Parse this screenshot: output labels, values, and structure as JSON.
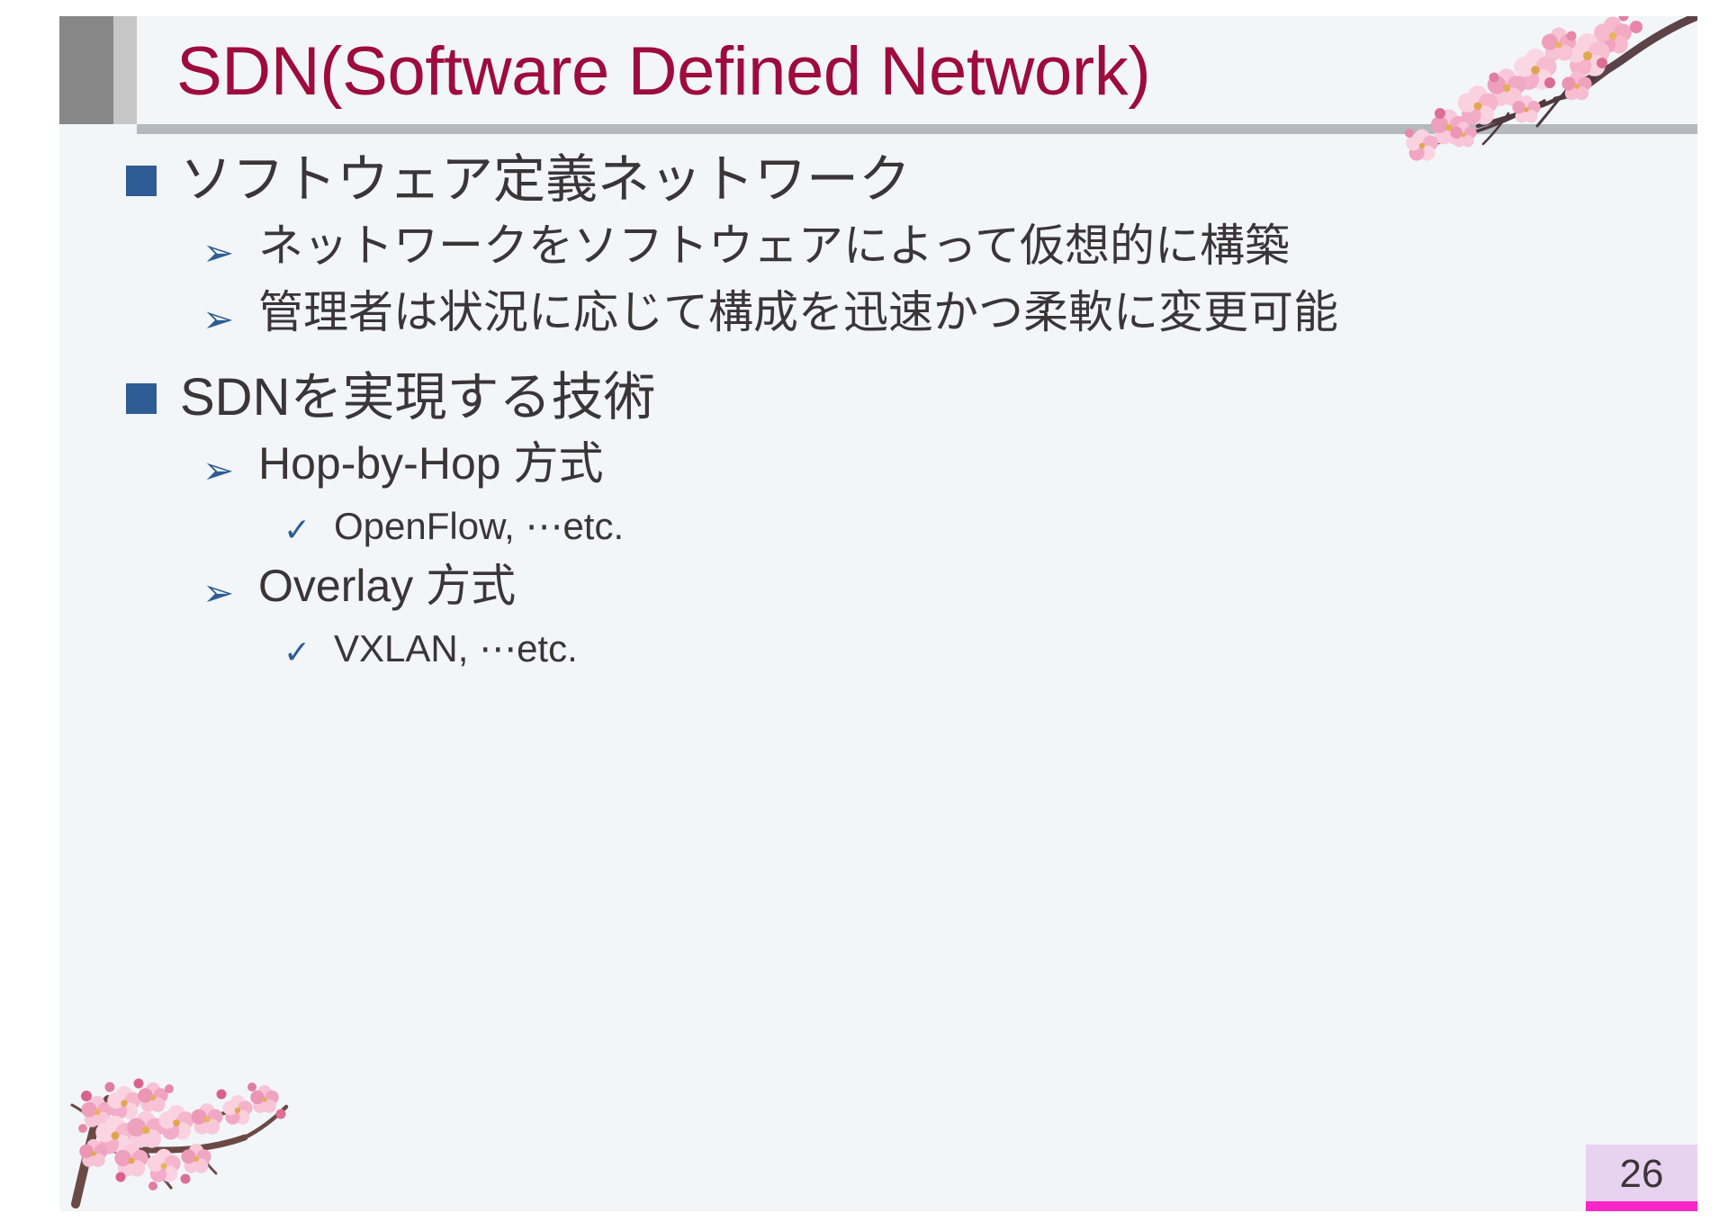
{
  "slide": {
    "title": "SDN(Software Defined Network)",
    "page_number": "26",
    "colors": {
      "title_text": "#9e0b3d",
      "background": "#f2f6f8",
      "bullet_level1": "#2e5c93",
      "bullet_level2": "#2e5c93",
      "bullet_level3": "#2e5c93",
      "body_text": "#3b3538",
      "title_bar_dark": "#878787",
      "title_bar_light": "#c6c6c6",
      "title_underline": "#b4b9bd",
      "page_badge_bg": "#e7d3ef",
      "page_badge_rule": "#f926c8"
    },
    "bullets": {
      "level1_glyph": "filled-square",
      "level2_glyph": "➢",
      "level3_glyph": "✓"
    },
    "body": [
      {
        "level": 1,
        "text": "ソフトウェア定義ネットワーク"
      },
      {
        "level": 2,
        "text": "ネットワークをソフトウェアによって仮想的に構築"
      },
      {
        "level": 2,
        "text": "管理者は状況に応じて構成を迅速かつ柔軟に変更可能"
      },
      {
        "level": 1,
        "text": "SDNを実現する技術"
      },
      {
        "level": 2,
        "text": "Hop-by-Hop 方式"
      },
      {
        "level": 3,
        "text": "OpenFlow, ⋯etc."
      },
      {
        "level": 2,
        "text": "Overlay 方式"
      },
      {
        "level": 3,
        "text": "VXLAN, ⋯etc."
      }
    ],
    "decorations": [
      {
        "name": "sakura-branch-top-right",
        "description": "cherry blossom branch"
      },
      {
        "name": "sakura-branch-bottom-left",
        "description": "cherry blossom branch"
      }
    ]
  }
}
